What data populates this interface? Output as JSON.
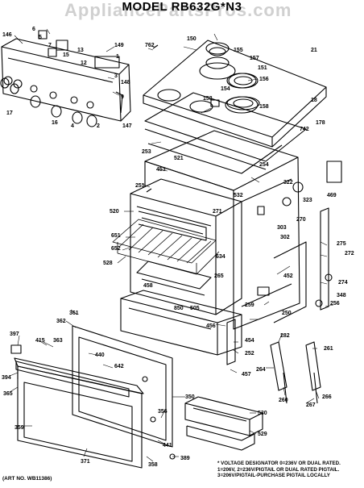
{
  "header": {
    "watermark": "AppliancePartsPros.com",
    "model_title": "MODEL RB632G*N3"
  },
  "footer": {
    "voltage_note_lines": [
      "* VOLTAGE DESIGNATOR 0=236V OR DUAL RATED.",
      "1=206V, 2=236V/PIGTAIL OR DUAL RATED PIGTAIL.",
      "3=206V/PIGTAIL-PURCHASE PIGTAIL LOCALLY"
    ],
    "art_no": "(ART NO. WB11386)"
  },
  "part_labels": [
    {
      "id": "p146",
      "text": "146"
    },
    {
      "id": "p6",
      "text": "6"
    },
    {
      "id": "p5",
      "text": "5"
    },
    {
      "id": "p7",
      "text": "7"
    },
    {
      "id": "p15",
      "text": "15"
    },
    {
      "id": "p13",
      "text": "13"
    },
    {
      "id": "p149",
      "text": "149"
    },
    {
      "id": "p762",
      "text": "762"
    },
    {
      "id": "p1",
      "text": "1"
    },
    {
      "id": "p12",
      "text": "12"
    },
    {
      "id": "p3",
      "text": "3"
    },
    {
      "id": "p148",
      "text": "148"
    },
    {
      "id": "p9",
      "text": "9"
    },
    {
      "id": "p17",
      "text": "17"
    },
    {
      "id": "p16",
      "text": "16"
    },
    {
      "id": "p4",
      "text": "4"
    },
    {
      "id": "p2",
      "text": "2"
    },
    {
      "id": "p147",
      "text": "147"
    },
    {
      "id": "p150",
      "text": "150"
    },
    {
      "id": "p155",
      "text": "155"
    },
    {
      "id": "p157",
      "text": "157"
    },
    {
      "id": "p151",
      "text": "151"
    },
    {
      "id": "p21",
      "text": "21"
    },
    {
      "id": "p154",
      "text": "154"
    },
    {
      "id": "p156",
      "text": "156"
    },
    {
      "id": "p153",
      "text": "153"
    },
    {
      "id": "p158",
      "text": "158"
    },
    {
      "id": "p18",
      "text": "18"
    },
    {
      "id": "p742",
      "text": "742"
    },
    {
      "id": "p178",
      "text": "178"
    },
    {
      "id": "p253",
      "text": "253"
    },
    {
      "id": "p521",
      "text": "521"
    },
    {
      "id": "p453",
      "text": "453"
    },
    {
      "id": "p254",
      "text": "254"
    },
    {
      "id": "p251",
      "text": "251"
    },
    {
      "id": "p532",
      "text": "532"
    },
    {
      "id": "p322",
      "text": "322"
    },
    {
      "id": "p323",
      "text": "323"
    },
    {
      "id": "p469",
      "text": "469"
    },
    {
      "id": "p520",
      "text": "520"
    },
    {
      "id": "p271",
      "text": "271"
    },
    {
      "id": "p651",
      "text": "651"
    },
    {
      "id": "p652",
      "text": "652"
    },
    {
      "id": "p528",
      "text": "528"
    },
    {
      "id": "p634",
      "text": "634"
    },
    {
      "id": "p270",
      "text": "270"
    },
    {
      "id": "p303",
      "text": "303"
    },
    {
      "id": "p302",
      "text": "302"
    },
    {
      "id": "p275",
      "text": "275"
    },
    {
      "id": "p272",
      "text": "272"
    },
    {
      "id": "p274",
      "text": "274"
    },
    {
      "id": "p458",
      "text": "458"
    },
    {
      "id": "p265",
      "text": "265"
    },
    {
      "id": "p452",
      "text": "452"
    },
    {
      "id": "p348",
      "text": "348"
    },
    {
      "id": "p361",
      "text": "361"
    },
    {
      "id": "p850",
      "text": "850"
    },
    {
      "id": "p505",
      "text": "505"
    },
    {
      "id": "p259",
      "text": "259"
    },
    {
      "id": "p256",
      "text": "256"
    },
    {
      "id": "p362",
      "text": "362"
    },
    {
      "id": "p456",
      "text": "456"
    },
    {
      "id": "p250",
      "text": "250"
    },
    {
      "id": "p397",
      "text": "397"
    },
    {
      "id": "p363",
      "text": "363"
    },
    {
      "id": "p440",
      "text": "440"
    },
    {
      "id": "p454",
      "text": "454"
    },
    {
      "id": "p282",
      "text": "282"
    },
    {
      "id": "p415",
      "text": "415"
    },
    {
      "id": "p642",
      "text": "642"
    },
    {
      "id": "p252",
      "text": "252"
    },
    {
      "id": "p261",
      "text": "261"
    },
    {
      "id": "p394",
      "text": "394"
    },
    {
      "id": "p365",
      "text": "365"
    },
    {
      "id": "p457",
      "text": "457"
    },
    {
      "id": "p264",
      "text": "264"
    },
    {
      "id": "p260",
      "text": "260"
    },
    {
      "id": "p266",
      "text": "266"
    },
    {
      "id": "p350",
      "text": "350"
    },
    {
      "id": "p267",
      "text": "267"
    },
    {
      "id": "p356",
      "text": "356"
    },
    {
      "id": "p530",
      "text": "530"
    },
    {
      "id": "p359",
      "text": "359"
    },
    {
      "id": "p529",
      "text": "529"
    },
    {
      "id": "p441",
      "text": "441"
    },
    {
      "id": "p371",
      "text": "371"
    },
    {
      "id": "p358",
      "text": "358"
    },
    {
      "id": "p389",
      "text": "389"
    }
  ]
}
